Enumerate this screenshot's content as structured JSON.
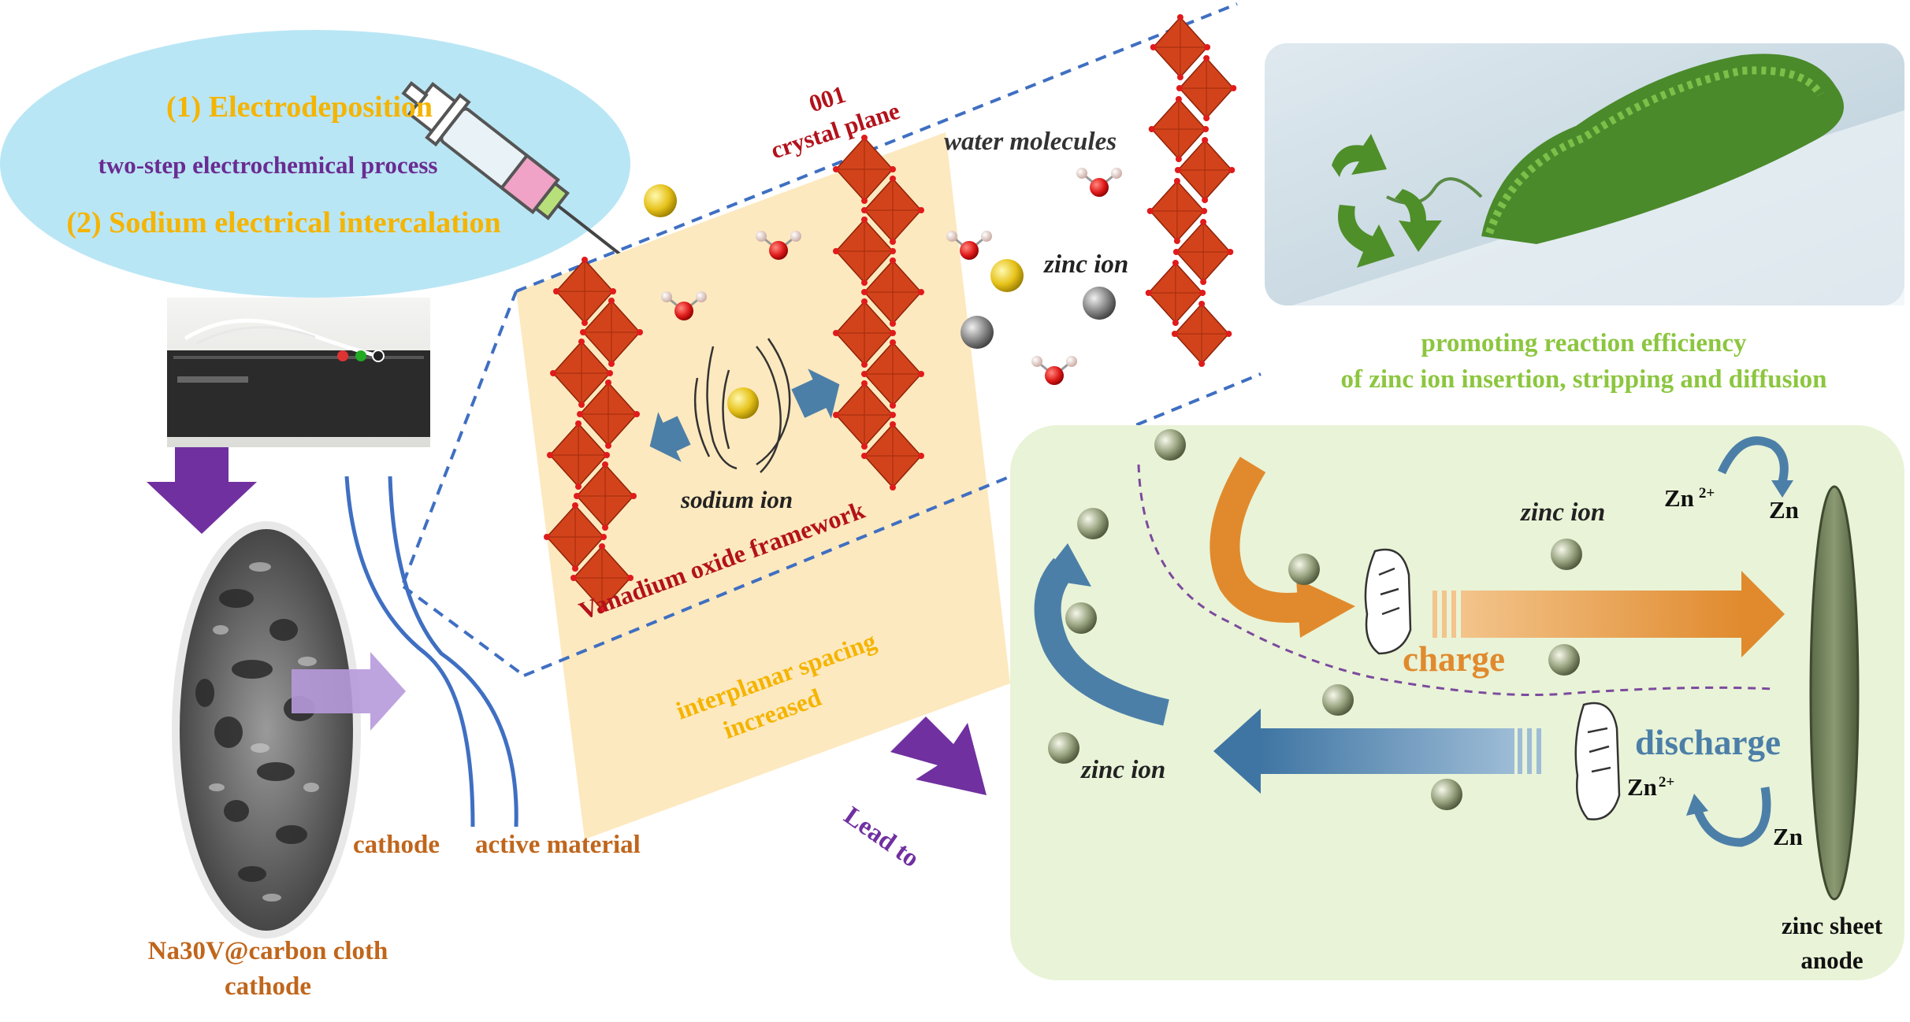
{
  "colors": {
    "orange_text": "#f5b400",
    "purple_text": "#6a2c91",
    "brown_text": "#c0661c",
    "red_text": "#b3121b",
    "green_text": "#8cc63f",
    "charge_orange": "#e08a2d",
    "discharge_blue": "#4c7fa8",
    "panel_green": "#e9f3d7",
    "yellow_panel": "#fde9bf",
    "oval_blue": "#b9e6f5",
    "octa_red": "#d3431b",
    "arrow_purple": "#7030a0",
    "line_blue": "#3f6fc2"
  },
  "synthesis": {
    "step1": "(1) Electrodeposition",
    "process": "two-step electrochemical process",
    "step2": "(2) Sodium electrical intercalation"
  },
  "cathode_labels": {
    "cathode": "cathode",
    "active_material": "active material",
    "product_line1": "Na30V@carbon cloth",
    "product_line2": "cathode"
  },
  "structure": {
    "plane_line1": "001",
    "plane_line2": "crystal plane",
    "water": "water molecules",
    "zinc_ion": "zinc ion",
    "sodium_ion": "sodium ion",
    "framework": "Vanadium oxide framework",
    "spacing_line1": "interplanar spacing",
    "spacing_line2": "increased"
  },
  "lead_to": "Lead to",
  "efficiency": {
    "line1": "promoting reaction efficiency",
    "line2": "of zinc ion insertion, stripping and diffusion"
  },
  "battery": {
    "zinc_ion_top": "zinc ion",
    "zinc_ion_bottom": "zinc ion",
    "charge": "charge",
    "discharge": "discharge",
    "zn2_top": "Zn",
    "zn2_top_sup": "2+",
    "zn_top": "Zn",
    "zn2_bottom": "Zn",
    "zn2_bottom_sup": "2+",
    "zn_bottom": "Zn",
    "anode_line1": "zinc sheet",
    "anode_line2": "anode"
  },
  "icons": [
    "syringe-icon",
    "workstation-photo",
    "sem-image",
    "hand-icon",
    "car-photo",
    "recycle-icon"
  ]
}
